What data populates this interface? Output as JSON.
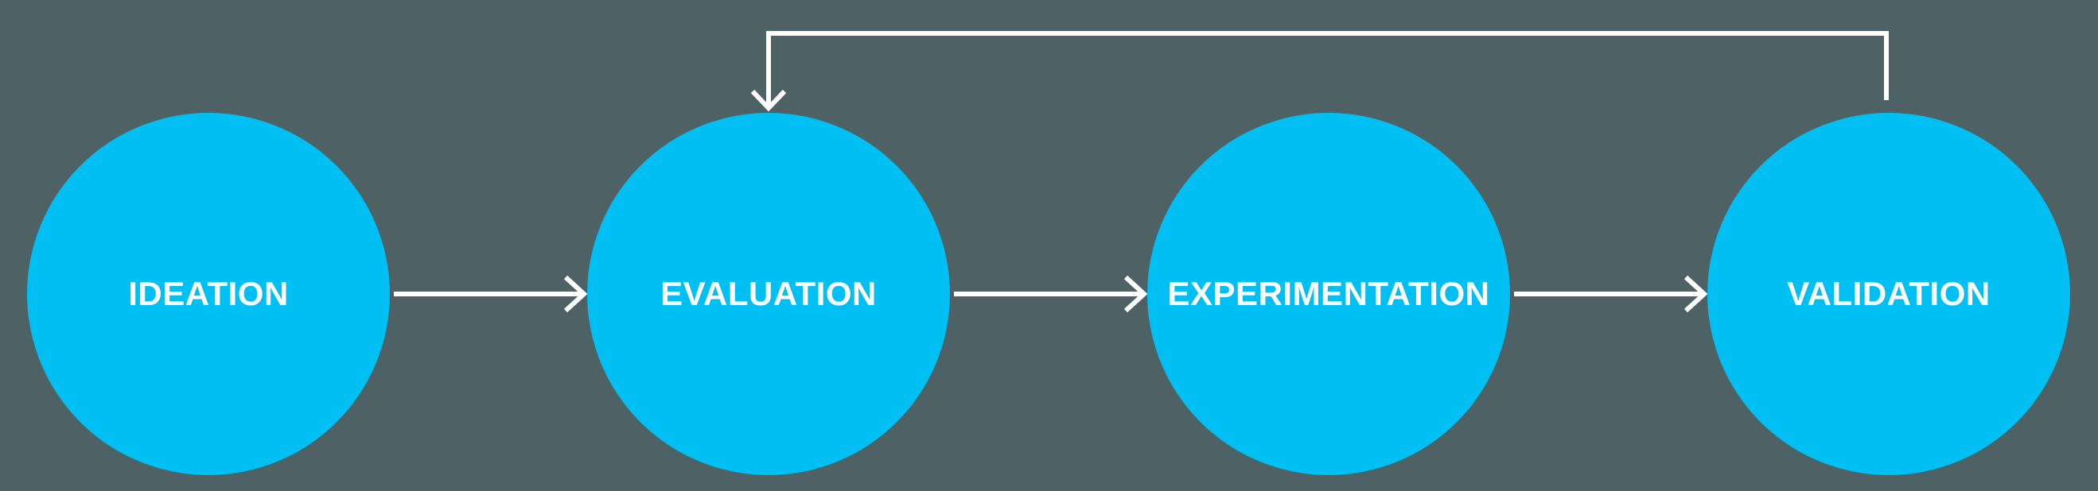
{
  "diagram": {
    "type": "process-flow",
    "background_color": "#4e6164",
    "node_fill_color": "#00bff3",
    "label_color": "#ffffff",
    "arrow_color": "#ffffff",
    "nodes": [
      {
        "id": "ideation",
        "label": "IDEATION"
      },
      {
        "id": "evaluation",
        "label": "EVALUATION"
      },
      {
        "id": "experimentation",
        "label": "EXPERIMENTATION"
      },
      {
        "id": "validation",
        "label": "VALIDATION"
      }
    ],
    "edges": [
      {
        "from": "ideation",
        "to": "evaluation",
        "style": "straight-arrow"
      },
      {
        "from": "evaluation",
        "to": "experimentation",
        "style": "straight-arrow"
      },
      {
        "from": "experimentation",
        "to": "validation",
        "style": "straight-arrow"
      },
      {
        "from": "validation",
        "to": "evaluation",
        "style": "feedback-loop-arrow"
      }
    ]
  }
}
